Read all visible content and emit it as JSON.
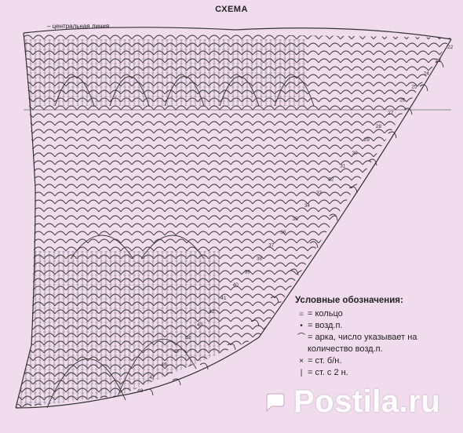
{
  "header": {
    "title": "СХЕМА"
  },
  "diagram": {
    "center_line_label": "– центральная линия",
    "row_numbers": [
      "22",
      "23",
      "24",
      "25",
      "26",
      "27",
      "28",
      "29",
      "30",
      "31",
      "32",
      "33",
      "34",
      "35",
      "36",
      "37",
      "38",
      "39",
      "40",
      "41",
      "42",
      "43",
      "44",
      "45",
      "46",
      "47",
      "48"
    ]
  },
  "legend": {
    "title": "Условные обозначения:",
    "items": [
      {
        "symbol": "○",
        "text": "= кольцо"
      },
      {
        "symbol": "•",
        "text": "= возд.п."
      },
      {
        "symbol": "⌒",
        "text": "= арка, число указывает на количество возд.п."
      },
      {
        "symbol": "×",
        "text": "= ст. б/н."
      },
      {
        "symbol": "|",
        "text": "= ст. с 2 н."
      }
    ]
  },
  "watermark": {
    "text": "Postila.ru"
  },
  "colors": {
    "background": "#f1dcee",
    "ink": "#2a2a2a",
    "watermark": "#ffffff"
  }
}
